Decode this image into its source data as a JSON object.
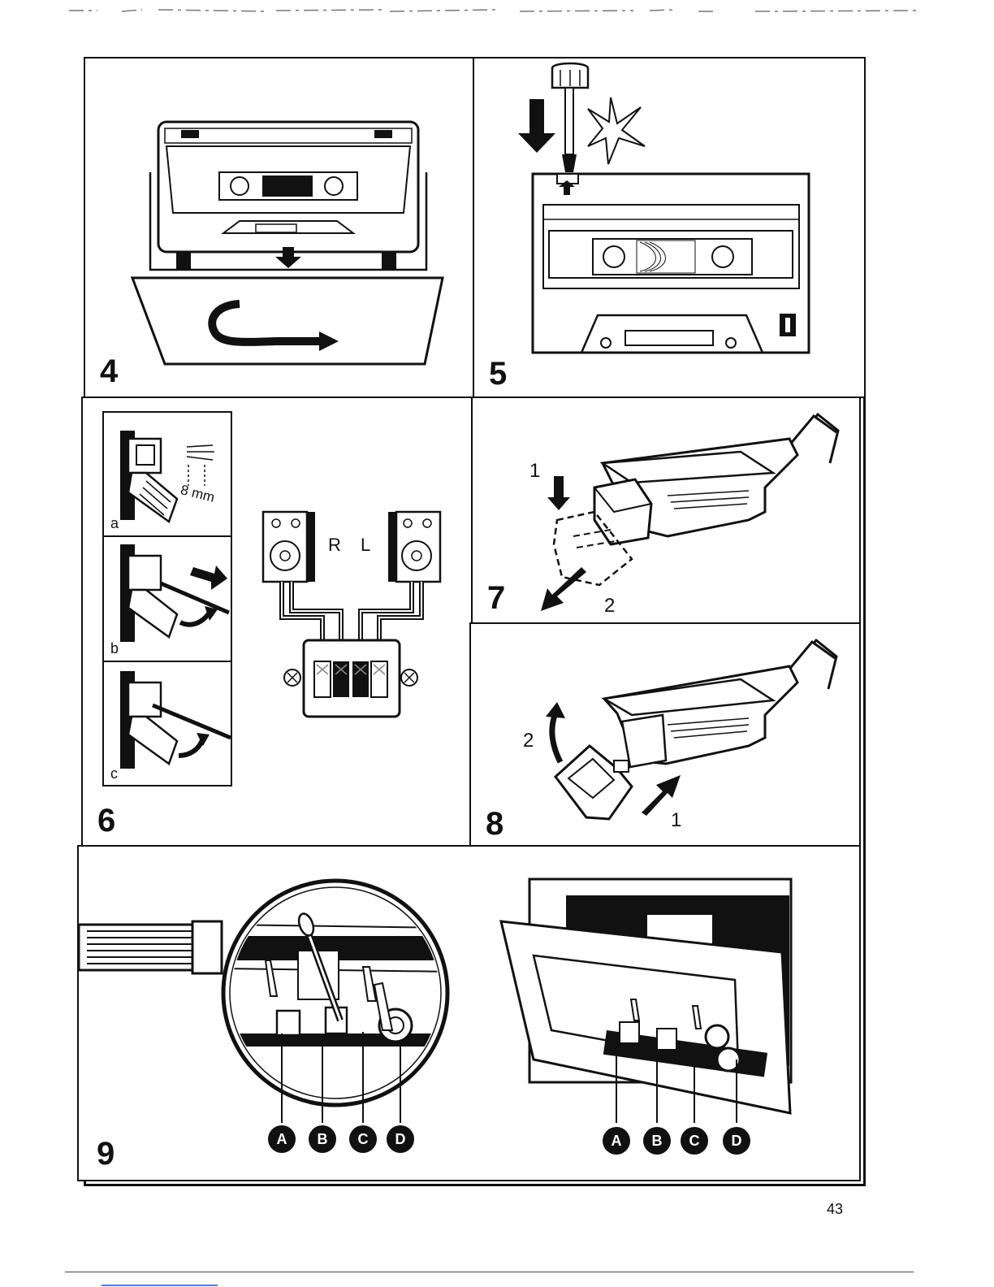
{
  "figures": {
    "fig4": {
      "number": "4"
    },
    "fig5": {
      "number": "5"
    },
    "fig6": {
      "number": "6",
      "step_a": "a",
      "step_b": "b",
      "step_c": "c",
      "strip_length": "8 mm",
      "right_label": "R",
      "left_label": "L"
    },
    "fig7": {
      "number": "7",
      "step_1": "1",
      "step_2": "2"
    },
    "fig8": {
      "number": "8",
      "step_1": "1",
      "step_2": "2"
    },
    "fig9": {
      "number": "9",
      "callouts": [
        "A",
        "B",
        "C",
        "D"
      ]
    }
  },
  "page": {
    "number": "43"
  }
}
